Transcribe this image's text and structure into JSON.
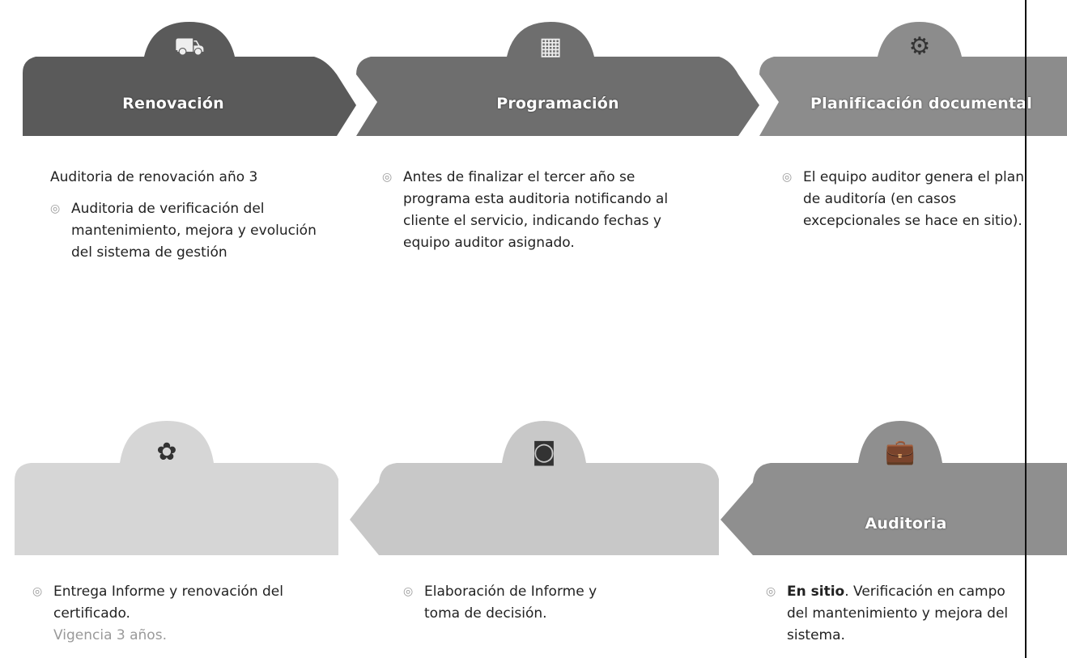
{
  "colors": {
    "dark_banner": "#5a5a5a",
    "mid_banner": "#8c8c8c",
    "light_banner": "#cfcfcf",
    "bullet": "#9a9a9a",
    "text": "#222222"
  },
  "steps_top": [
    {
      "title": "Renovación",
      "icon": "truck-icon",
      "heading": "Auditoria de renovación año 3",
      "bullets": [
        "Auditoria de verificación del mantenimiento, mejora y evolución del sistema de gestión"
      ]
    },
    {
      "title": "Programación",
      "icon": "calendar-icon",
      "bullets": [
        "Antes de finalizar el tercer año se programa esta auditoria notificando al cliente el servicio, indicando fechas y equipo auditor asignado."
      ]
    },
    {
      "title": "Planificación documental",
      "icon": "gear-icon",
      "bullets": [
        "El equipo auditor genera el plan de auditoría (en casos excepcionales se hace en sitio)."
      ]
    }
  ],
  "steps_bottom": [
    {
      "title": "",
      "icon": "award-icon",
      "bullet_main": "Entrega Informe y renovación del certificado.",
      "bullet_sub": "Vigencia 3 años."
    },
    {
      "title": "",
      "icon": "report-icon",
      "bullet_main": "Elaboración de Informe y toma de decisión."
    },
    {
      "title": "Auditoria",
      "icon": "briefcase-icon",
      "bullet_bold": "En sitio",
      "bullet_rest": ". Verificación en campo del mantenimiento y mejora del sistema."
    }
  ]
}
